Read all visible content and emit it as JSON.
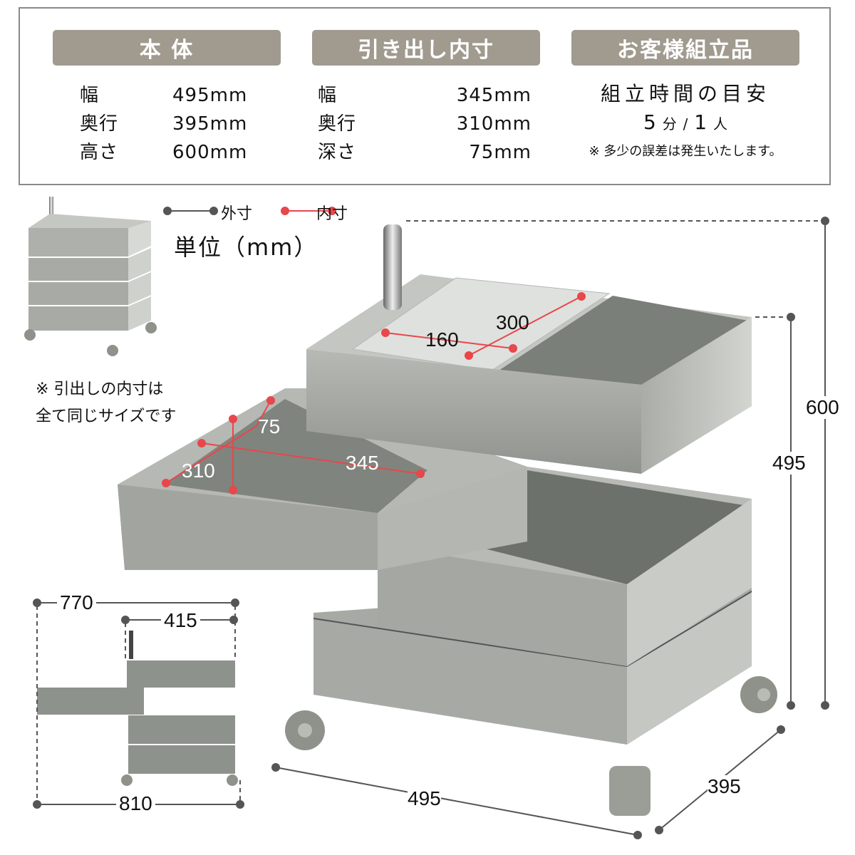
{
  "spec_table": {
    "body": {
      "title": "本 体",
      "rows": [
        {
          "label": "幅",
          "value": "495mm"
        },
        {
          "label": "奥行",
          "value": "395mm"
        },
        {
          "label": "高さ",
          "value": "600mm"
        }
      ]
    },
    "drawer_inner": {
      "title": "引き出し内寸",
      "rows": [
        {
          "label": "幅",
          "value": "345mm"
        },
        {
          "label": "奥行",
          "value": "310mm"
        },
        {
          "label": "深さ",
          "value": "75mm"
        }
      ]
    },
    "assembly": {
      "title": "お客様組立品",
      "time_label": "組立時間の目安",
      "minutes": "5",
      "minutes_unit": "分",
      "separator": "/",
      "persons": "1",
      "persons_unit": "人",
      "note": "※ 多少の誤差は発生いたします。"
    }
  },
  "legend": {
    "outer_label": "外寸",
    "inner_label": "内寸",
    "outer_color": "#555555",
    "inner_color": "#e8474b",
    "unit": "単位（mm）"
  },
  "note": {
    "line1": "※ 引出しの内寸は",
    "line2": "全て同じサイズです"
  },
  "dimensions": {
    "tray_width": "160",
    "tray_depth": "300",
    "drawer_depth": "75",
    "drawer_length": "310",
    "drawer_width": "345",
    "height_total": "600",
    "height_body": "495",
    "base_width": "495",
    "base_depth": "395",
    "side_open_width": "770",
    "side_top_width": "415",
    "side_bottom_width": "810"
  },
  "colors": {
    "badge": "#a09a8f",
    "border": "#8a8a8a",
    "product_gray": "#9a9d98"
  }
}
